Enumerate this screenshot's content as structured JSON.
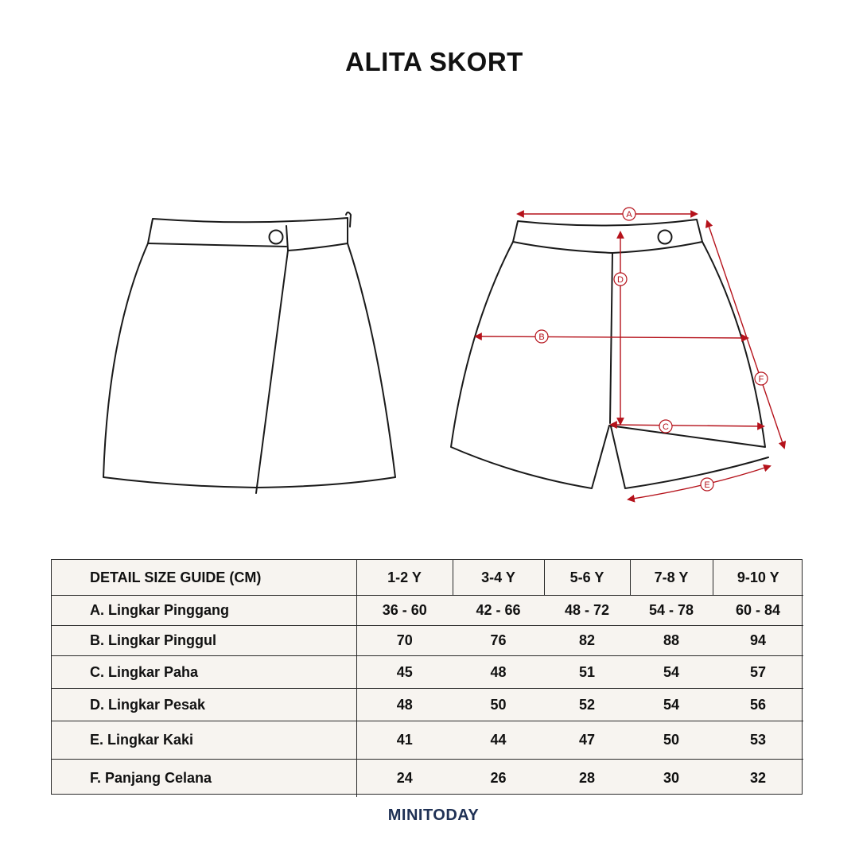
{
  "title": "ALITA SKORT",
  "brand": "MINITODAY",
  "colors": {
    "outline": "#1a1a1a",
    "measure": "#b5121b",
    "table_bg": "#f7f4f0",
    "brand": "#1f3155"
  },
  "markers": {
    "a": "A",
    "b": "B",
    "c": "C",
    "d": "D",
    "e": "E",
    "f": "F"
  },
  "table": {
    "header": "DETAIL SIZE GUIDE (CM)",
    "sizes": [
      "1-2 Y",
      "3-4 Y",
      "5-6 Y",
      "7-8 Y",
      "9-10 Y"
    ],
    "rows": [
      {
        "label": "A. Lingkar Pinggang",
        "values": [
          "36 - 60",
          "42 - 66",
          "48 - 72",
          "54 - 78",
          "60 - 84"
        ]
      },
      {
        "label": "B. Lingkar Pinggul",
        "values": [
          "70",
          "76",
          "82",
          "88",
          "94"
        ]
      },
      {
        "label": "C. Lingkar Paha",
        "values": [
          "45",
          "48",
          "51",
          "54",
          "57"
        ]
      },
      {
        "label": "D. Lingkar Pesak",
        "values": [
          "48",
          "50",
          "52",
          "54",
          "56"
        ]
      },
      {
        "label": "E. Lingkar Kaki",
        "values": [
          "41",
          "44",
          "47",
          "50",
          "53"
        ]
      },
      {
        "label": "F. Panjang Celana",
        "values": [
          "24",
          "26",
          "28",
          "30",
          "32"
        ]
      }
    ]
  }
}
